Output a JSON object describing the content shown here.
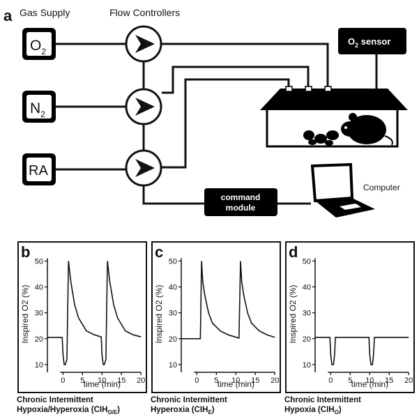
{
  "panel_a": {
    "letter": "a",
    "gas_supply_heading": "Gas Supply",
    "flow_controllers_heading": "Flow Controllers",
    "gases": [
      {
        "main": "O",
        "sub": "2"
      },
      {
        "main": "N",
        "sub": "2"
      },
      {
        "main": "RA",
        "sub": ""
      }
    ],
    "o2_sensor": {
      "main": "O",
      "sub": "2",
      "rest": " sensor"
    },
    "command_module": {
      "line1": "command",
      "line2": "module"
    },
    "computer_label": "Computer"
  },
  "plots": [
    {
      "letter": "b",
      "caption_line1": "Chronic Intermittent",
      "caption_line2": "Hypoxia/Hyperoxia (CIH",
      "caption_sub": "O/E",
      "caption_end": ")"
    },
    {
      "letter": "c",
      "caption_line1": "Chronic Intermittent",
      "caption_line2": "Hyperoxia (CIH",
      "caption_sub": "E",
      "caption_end": ")"
    },
    {
      "letter": "d",
      "caption_line1": "Chronic Intermittent",
      "caption_line2": "Hypoxia (CIH",
      "caption_sub": "O",
      "caption_end": ")"
    }
  ],
  "axes": {
    "ylabel": "Inspired O2 (%)",
    "xlabel": "time (min)",
    "yticks": [
      "10",
      "20",
      "30",
      "40",
      "50"
    ],
    "xticks": [
      "0",
      "5",
      "10",
      "15",
      "20"
    ]
  },
  "chart_data": [
    {
      "type": "line",
      "ylim": [
        7,
        52
      ],
      "xlim": [
        -4,
        20.5
      ],
      "series": [
        {
          "x": [
            -4,
            -0.2,
            0.0,
            0.3,
            0.6,
            1.0,
            1.4,
            2,
            3,
            4,
            6,
            8,
            9.8,
            10,
            10.3,
            10.6,
            11,
            11.4,
            12,
            13,
            14,
            16,
            18,
            20
          ],
          "y": [
            20.5,
            20.5,
            14,
            10,
            10,
            12,
            50,
            42,
            33,
            28,
            23,
            21.5,
            20.7,
            14,
            10,
            10,
            12,
            50,
            42,
            33,
            28,
            23,
            21.5,
            20.7
          ]
        }
      ]
    },
    {
      "type": "line",
      "ylim": [
        7,
        52
      ],
      "xlim": [
        -4,
        20.5
      ],
      "series": [
        {
          "x": [
            -4,
            0.9,
            1.2,
            1.5,
            2,
            3,
            4,
            6,
            8,
            10.8,
            11.2,
            11.5,
            12,
            13,
            14,
            16,
            18,
            20
          ],
          "y": [
            20,
            20,
            50,
            42,
            37,
            30,
            26,
            23,
            21.5,
            20.2,
            50,
            42,
            37,
            30,
            26,
            23,
            21.5,
            20.5
          ]
        }
      ]
    },
    {
      "type": "line",
      "ylim": [
        7,
        52
      ],
      "xlim": [
        -4,
        20.5
      ],
      "series": [
        {
          "x": [
            -4,
            -0.2,
            0.0,
            0.3,
            0.7,
            1.0,
            1.2,
            9.8,
            10.0,
            10.3,
            10.7,
            11.0,
            11.2,
            20
          ],
          "y": [
            20.5,
            20.5,
            14,
            10,
            10,
            14,
            20.5,
            20.5,
            14,
            10,
            10,
            14,
            20.5,
            20.5
          ]
        }
      ]
    }
  ]
}
